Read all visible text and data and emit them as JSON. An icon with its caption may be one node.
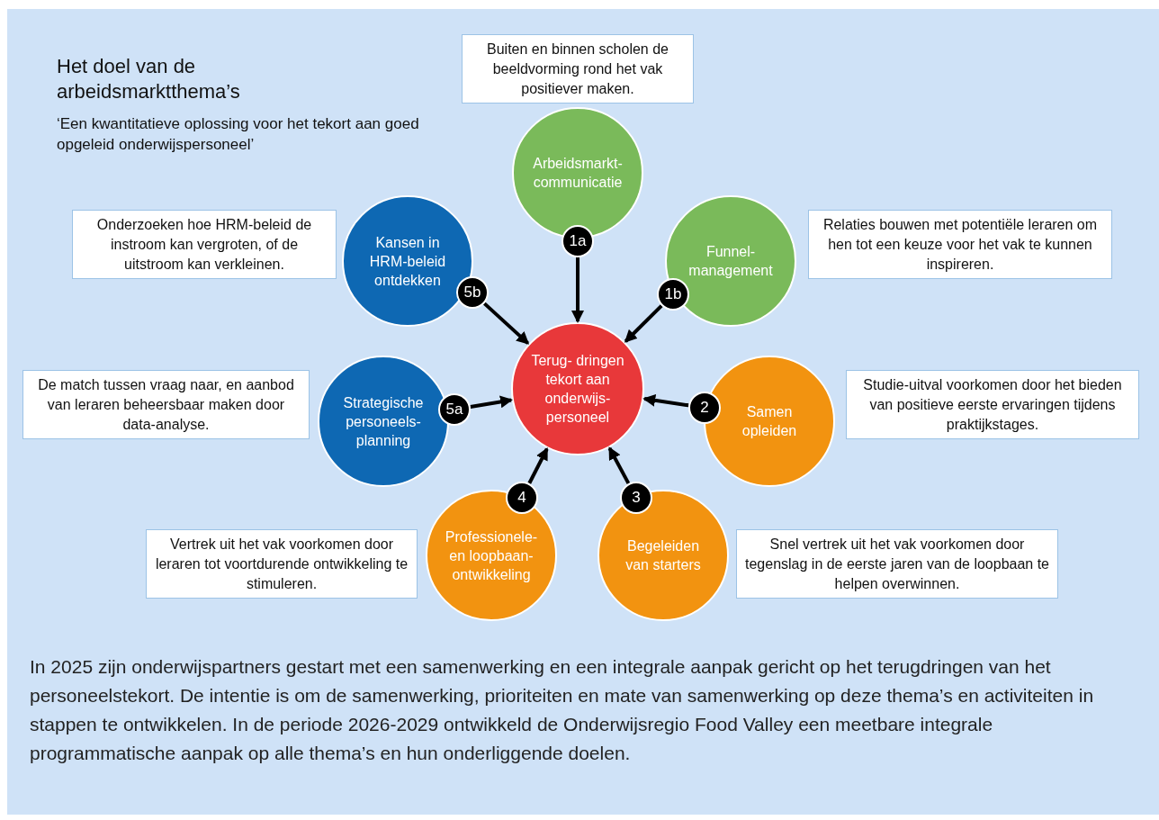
{
  "diagram": {
    "title": "Het doel van de arbeidsmarktthema’s",
    "caption": "In 2025 zijn onderwijspartners gestart met een samenwerking en een integrale aanpak gericht op het terugdringen van het personeelstekort. De intentie is om de samenwerking, prioriteiten en mate van samenwerking op deze thema’s en activiteiten in stappen te ontwikkelen. In de periode 2026-2029 ontwikkeld de Onderwijsregio Food Valley een meetbare integrale programmatische aanpak op alle thema’s en hun onderliggende doelen.",
    "nodes": [
      {
        "text": [
          "Buiten en binnen scholen de beeldvorming rond het vak positiever maken."
        ]
      },
      {
        "text": [
          "Arbeidsmarkt- communicatie"
        ]
      },
      {
        "text": [
          "1a"
        ]
      },
      {
        "text": [
          "Onderzoeken hoe HRM-beleid de instroom kan vergroten, of de uitstroom kan verkleinen."
        ]
      },
      {
        "text": [
          "Kansen in HRM-beleid ontdekken"
        ]
      },
      {
        "text": [
          "5b"
        ]
      },
      {
        "text": [
          "Funnel- management"
        ]
      },
      {
        "text": [
          "1b"
        ]
      },
      {
        "text": [
          "Relaties bouwen met potentiële leraren om hen tot een keuze voor het vak te kunnen inspireren."
        ]
      },
      {
        "text": [
          "Terug- dringen tekort aan onderwijs- personeel"
        ]
      },
      {
        "text": [
          "De match tussen vraag naar, en aanbod van leraren beheersbaar maken door data-analyse."
        ]
      },
      {
        "text": [
          "Strategische personeels- planning"
        ]
      },
      {
        "text": [
          "5a"
        ]
      },
      {
        "text": [
          "2"
        ]
      },
      {
        "text": [
          "Samen opleiden"
        ]
      },
      {
        "text": [
          "Studie-uitval voorkomen door het bieden van positieve eerste ervaringen tijdens praktijkstages."
        ]
      },
      {
        "text": [
          "4"
        ]
      },
      {
        "text": [
          "3"
        ]
      },
      {
        "text": [
          "Vertrek uit het vak voorkomen door leraren tot voortdurende ontwikkeling te stimuleren."
        ]
      },
      {
        "text": [
          "Professionele- en loopbaan- ontwikkeling"
        ]
      },
      {
        "text": [
          "Begeleiden van starters"
        ]
      },
      {
        "text": [
          "Snel vertrek uit het vak voorkomen door tegenslag in de eerste jaren van de loopbaan te helpen overwinnen."
        ]
      }
    ],
    "edges": [
      {
        "from": 2,
        "to": 9,
        "arrow": "to"
      },
      {
        "from": 7,
        "to": 9,
        "arrow": "to"
      },
      {
        "from": 13,
        "to": 9,
        "arrow": "to"
      },
      {
        "from": 17,
        "to": 9,
        "arrow": "to"
      },
      {
        "from": 16,
        "to": 9,
        "arrow": "to"
      },
      {
        "from": 12,
        "to": 9,
        "arrow": "to"
      },
      {
        "from": 5,
        "to": 9,
        "arrow": "to"
      }
    ],
    "labels": [
      "‘Een kwantitatieve oplossing voor het tekort aan goed opgeleid onderwijspersoneel’"
    ]
  }
}
